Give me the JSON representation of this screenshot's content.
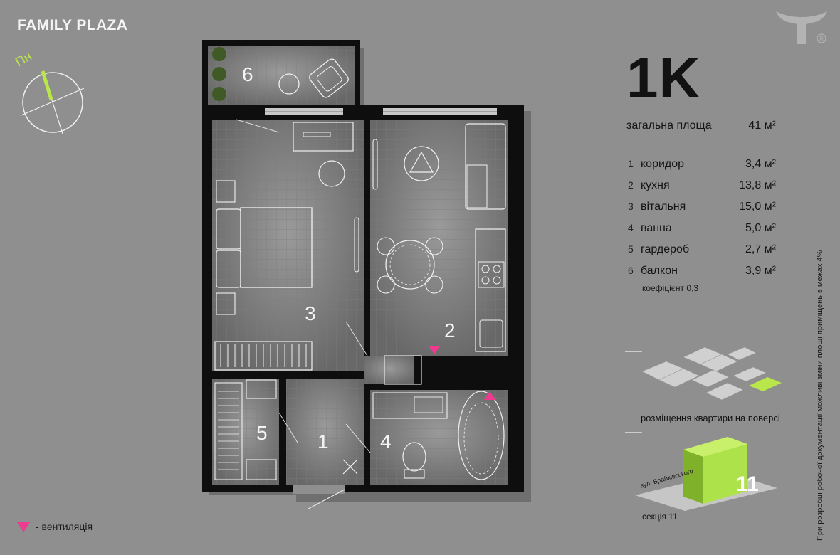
{
  "brand": "FAMILY PLAZA",
  "compass": {
    "north_label": "Пн"
  },
  "apartment": {
    "type": "1K",
    "total_label": "загальна площа",
    "total_area": "41 м²"
  },
  "rooms": [
    {
      "num": "1",
      "name": "коридор",
      "area": "3,4 м²"
    },
    {
      "num": "2",
      "name": "кухня",
      "area": "13,8 м²"
    },
    {
      "num": "3",
      "name": "вітальня",
      "area": "15,0 м²"
    },
    {
      "num": "4",
      "name": "ванна",
      "area": "5,0 м²"
    },
    {
      "num": "5",
      "name": "гардероб",
      "area": "2,7 м²"
    },
    {
      "num": "6",
      "name": "балкон",
      "area": "3,9 м²"
    }
  ],
  "balcony_coefficient": "коефіцієнт 0,3",
  "plan_labels": [
    "1",
    "2",
    "3",
    "4",
    "5",
    "6"
  ],
  "floor_caption": "розміщення квартири на поверсі",
  "street_label": "вул. Брайківського",
  "section_number": "11",
  "section_label": "секція 11",
  "disclaimer": "При розробці робочої документації можливі зміни площі приміщень в межах 4%",
  "legend": {
    "text": "- вентиляція"
  },
  "colors": {
    "background": "#8f8f8f",
    "wall": "#0e0e0e",
    "floor": "#6f6f6f",
    "accent_green": "#b9e64a",
    "ventilation": "#ef3a8f"
  }
}
